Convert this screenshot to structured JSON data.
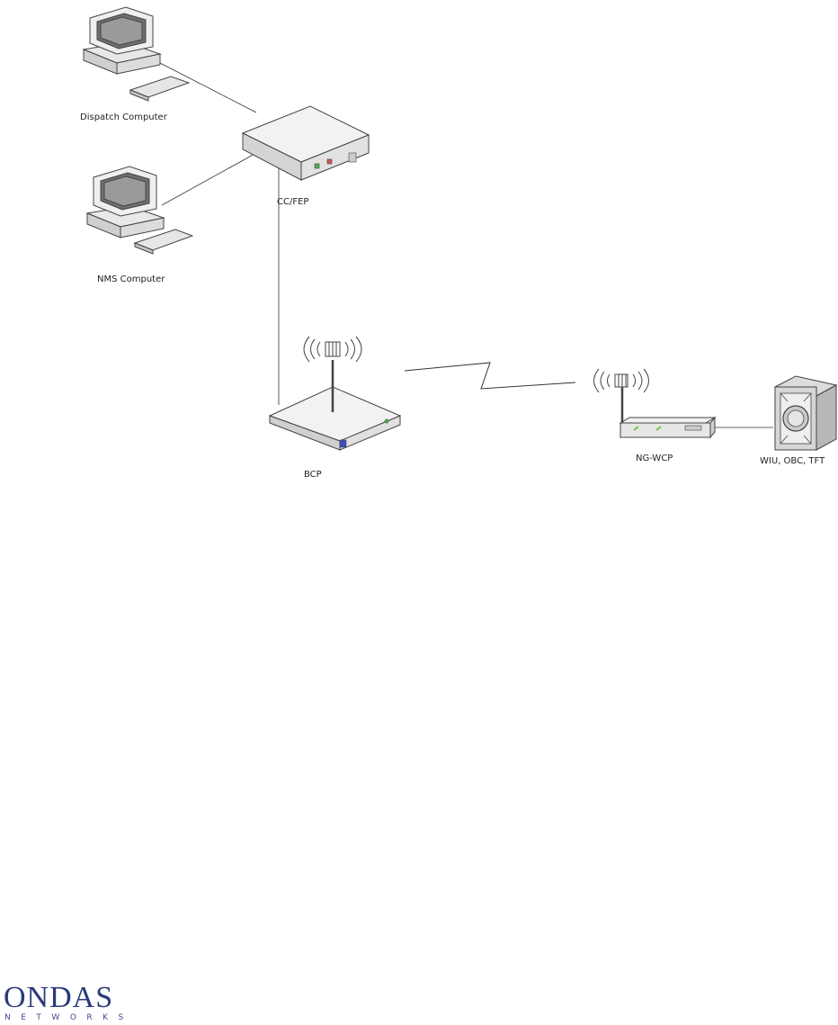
{
  "nodes": {
    "dispatch": {
      "label": "Dispatch Computer"
    },
    "nms": {
      "label": "NMS Computer"
    },
    "ccfep": {
      "label": "CC/FEP"
    },
    "bcp": {
      "label": "BCP"
    },
    "ngwcp": {
      "label": "NG-WCP"
    },
    "wiu": {
      "label": "WIU, OBC, TFT"
    }
  },
  "links": [
    {
      "from": "dispatch",
      "to": "ccfep",
      "kind": "wired"
    },
    {
      "from": "nms",
      "to": "ccfep",
      "kind": "wired"
    },
    {
      "from": "ccfep",
      "to": "bcp",
      "kind": "wired"
    },
    {
      "from": "bcp",
      "to": "ngwcp",
      "kind": "wireless"
    },
    {
      "from": "ngwcp",
      "to": "wiu",
      "kind": "wired"
    }
  ],
  "logo": {
    "name": "ONDAS",
    "subtitle": "NETWORKS"
  },
  "colors": {
    "logo": "#2b3a7a",
    "line": "#333333",
    "device_fill": "#f2f2f2"
  }
}
